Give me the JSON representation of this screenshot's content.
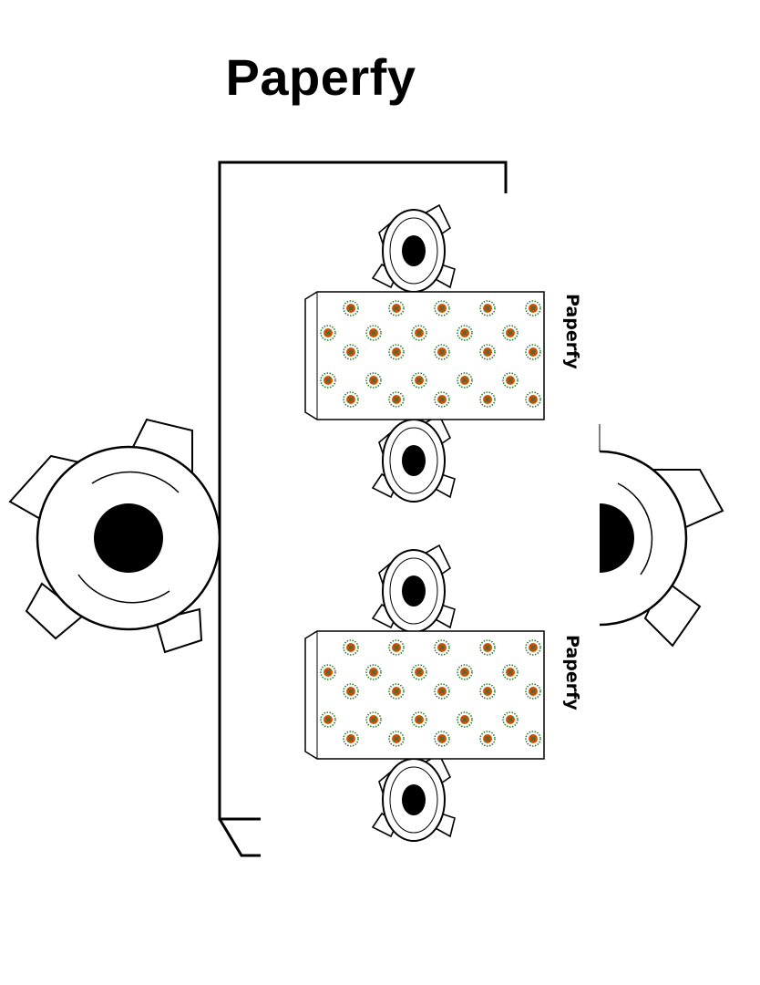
{
  "title": "Paperfy",
  "labels": {
    "panel_1": "Paperfy",
    "panel_2": "Paperfy"
  },
  "colors": {
    "line": "#000000",
    "flower_center": "#c0392b",
    "flower_ring": "#2e7d32",
    "petal": "#d35400"
  },
  "icons": [
    "gear-icon",
    "flower-icon"
  ]
}
